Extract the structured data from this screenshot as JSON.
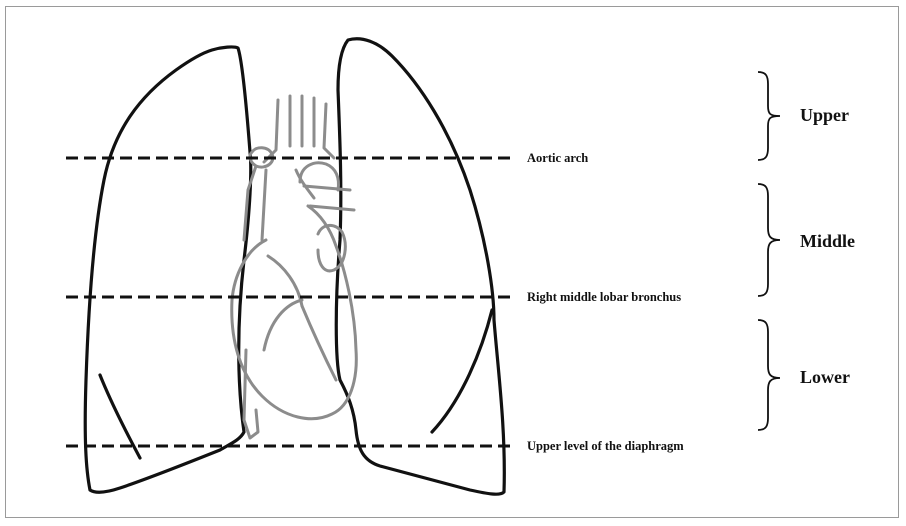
{
  "levels": {
    "aortic_arch": "Aortic arch",
    "right_middle_lobar_bronchus": "Right middle lobar bronchus",
    "diaphragm": "Upper level of the diaphragm"
  },
  "regions": {
    "upper": "Upper",
    "middle": "Middle",
    "lower": "Lower"
  }
}
